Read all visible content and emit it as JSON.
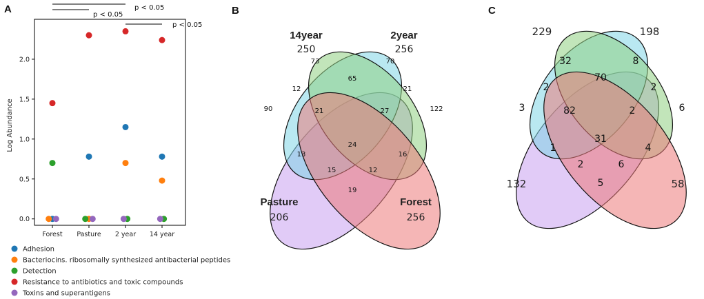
{
  "panels": {
    "A": "A",
    "B": "B",
    "C": "C"
  },
  "chart_data": [
    {
      "type": "scatter",
      "ylabel": "Log Abundance",
      "categories": [
        "Forest",
        "Pasture",
        "2 year",
        "14 year"
      ],
      "yticks": [
        "0.0",
        "0.5",
        "1.0",
        "1.5",
        "2.0"
      ],
      "ylim": [
        -0.08,
        2.5
      ],
      "series": [
        {
          "name": "Adhesion",
          "color": "#1f77b4",
          "values": [
            0.0,
            0.78,
            1.15,
            0.78
          ],
          "offsets": [
            0,
            0,
            0,
            0
          ]
        },
        {
          "name": "Bacteriocins. ribosomally synthesized antibacterial peptides",
          "color": "#ff7f0e",
          "values": [
            0.0,
            0.0,
            0.7,
            0.48
          ],
          "offsets": [
            -0.1,
            0,
            0,
            0
          ]
        },
        {
          "name": "Detection",
          "color": "#2ca02c",
          "values": [
            0.7,
            0.0,
            0.0,
            0.0
          ],
          "offsets": [
            0,
            -0.1,
            0.05,
            0.05
          ]
        },
        {
          "name": "Resistance to antibiotics and toxic compounds",
          "color": "#d62728",
          "values": [
            1.45,
            2.3,
            2.35,
            2.24
          ],
          "offsets": [
            0,
            0,
            0,
            0
          ]
        },
        {
          "name": "Toxins and superantigens",
          "color": "#9467bd",
          "values": [
            0.0,
            0.0,
            0.0,
            0.0
          ],
          "offsets": [
            0.1,
            0.1,
            -0.05,
            -0.05
          ]
        }
      ],
      "significance": [
        {
          "from": "Forest",
          "to": "2 year",
          "label": "p < 0.05"
        },
        {
          "from": "Forest",
          "to": "Pasture",
          "label": "p < 0.05"
        },
        {
          "from": "2 year",
          "to": "14 year",
          "label": "p < 0.05"
        }
      ]
    },
    {
      "type": "venn",
      "sets": [
        {
          "name": "14year",
          "total": "250"
        },
        {
          "name": "2year",
          "total": "256"
        },
        {
          "name": "Pasture",
          "total": "206"
        },
        {
          "name": "Forest",
          "total": "256"
        }
      ],
      "regions": {
        "14year_only": 73,
        "2year_only": 70,
        "pasture_only": 90,
        "forest_only": 122,
        "14year_2year": 65,
        "14year_pasture": 12,
        "2year_forest": 21,
        "14year_2year_pasture": 21,
        "14year_2year_forest": 27,
        "all": 24,
        "pasture_forest": 19,
        "14year_pasture_forest": 15,
        "2year_pasture_forest": 12,
        "14year_forest": 16,
        "2year_pasture": 13
      },
      "colors": {
        "14year": "#7fd6e6",
        "2year": "#8fcf82",
        "pasture": "#c8a0f0",
        "forest": "#ec7a7a"
      }
    },
    {
      "type": "venn",
      "set_totals": [
        "229",
        "198",
        "132",
        "58"
      ],
      "regions": {
        "14year_only": 32,
        "2year_only": 8,
        "pasture_only": 3,
        "forest_only": 6,
        "14year_2year": 70,
        "14year_pasture": 2,
        "2year_forest": 2,
        "14year_2year_pasture": 82,
        "14year_2year_forest": 2,
        "all": 31,
        "pasture_forest": 5,
        "14year_pasture_forest": 2,
        "2year_pasture_forest": 6,
        "14year_forest": 4,
        "2year_pasture": 1
      },
      "colors": {
        "14year": "#7fd6e6",
        "2year": "#8fcf82",
        "pasture": "#c8a0f0",
        "forest": "#ec7a7a"
      }
    }
  ]
}
